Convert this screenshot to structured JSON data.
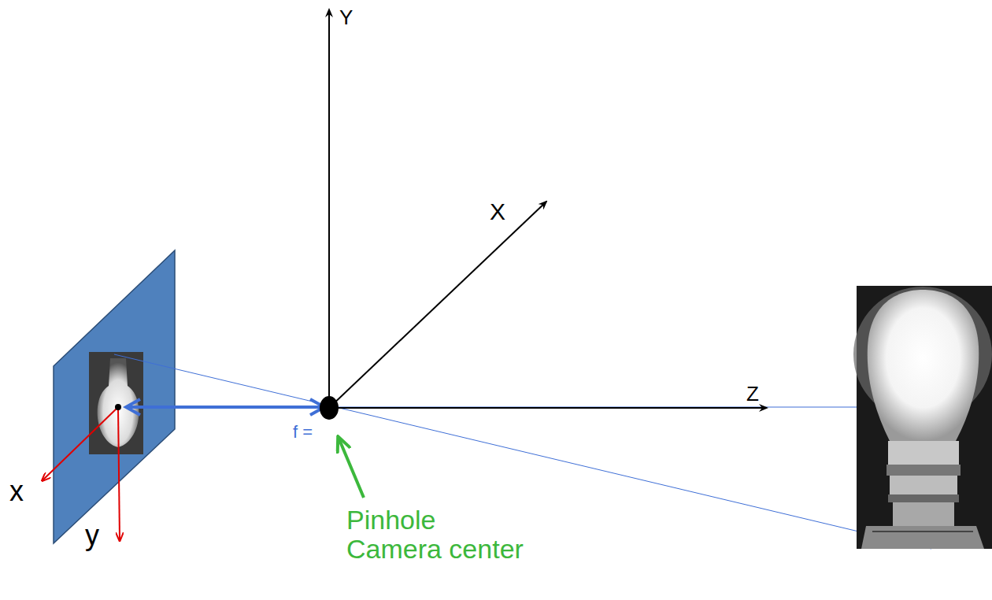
{
  "diagram": {
    "labels": [
      "Y",
      "X",
      "Z",
      "x",
      "y",
      "f =",
      "Pinhole Camera center"
    ]
  }
}
